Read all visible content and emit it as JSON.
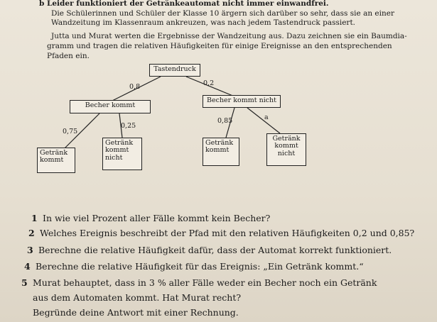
{
  "intro": {
    "line0": "b  Leider funktioniert der Getränkeautomat nicht immer einwandfrei.",
    "line1": "Die Schülerinnen und Schüler der Klasse 10 ärgern sich darüber so sehr, dass sie an einer",
    "line2": "Wandzeitung im Klassenraum ankreuzen, was nach jedem Tastendruck passiert.",
    "line3": "Jutta und Murat werten die Ergebnisse der Wandzeitung aus. Dazu zeichnen sie ein Baumdia-",
    "line4": "gramm und tragen die relativen Häufigkeiten für einige Ereignisse an den entsprechenden",
    "line5": "Pfaden ein."
  },
  "tree": {
    "root": "Tastendruck",
    "left_prob": "0,8",
    "right_prob": "0,2",
    "left_node": "Becher kommt",
    "right_node": "Becher kommt nicht",
    "ll_prob": "0,75",
    "lr_prob": "0,25",
    "rl_prob": "0,85",
    "rr_prob": "a",
    "leaf1_l1": "Getränk",
    "leaf1_l2": "kommt",
    "leaf2_l1": "Getränk",
    "leaf2_l2": "kommt",
    "leaf2_l3": "nicht",
    "leaf3_l1": "Getränk",
    "leaf3_l2": "kommt",
    "leaf4_l1": "Getränk",
    "leaf4_l2": "kommt",
    "leaf4_l3": "nicht"
  },
  "questions": [
    {
      "num": "1",
      "text": "In wie viel Prozent aller Fälle kommt kein Becher?"
    },
    {
      "num": "2",
      "text": "Welches Ereignis beschreibt der Pfad mit den relativen Häufigkeiten 0,2 und 0,85?"
    },
    {
      "num": "3",
      "text": "Berechne die relative Häufigkeit dafür, dass der Automat korrekt funktioniert."
    },
    {
      "num": "4",
      "text": "Berechne die relative Häufigkeit für das Ereignis: „Ein Getränk kommt.“"
    },
    {
      "num": "5",
      "text": "Murat behauptet, dass in 3 % aller Fälle weder ein Becher noch ein Getränk"
    },
    {
      "num": "",
      "text": "aus dem Automaten kommt. Hat Murat recht?"
    },
    {
      "num": "",
      "text": "Begründe deine Antwort mit einer Rechnung."
    }
  ]
}
